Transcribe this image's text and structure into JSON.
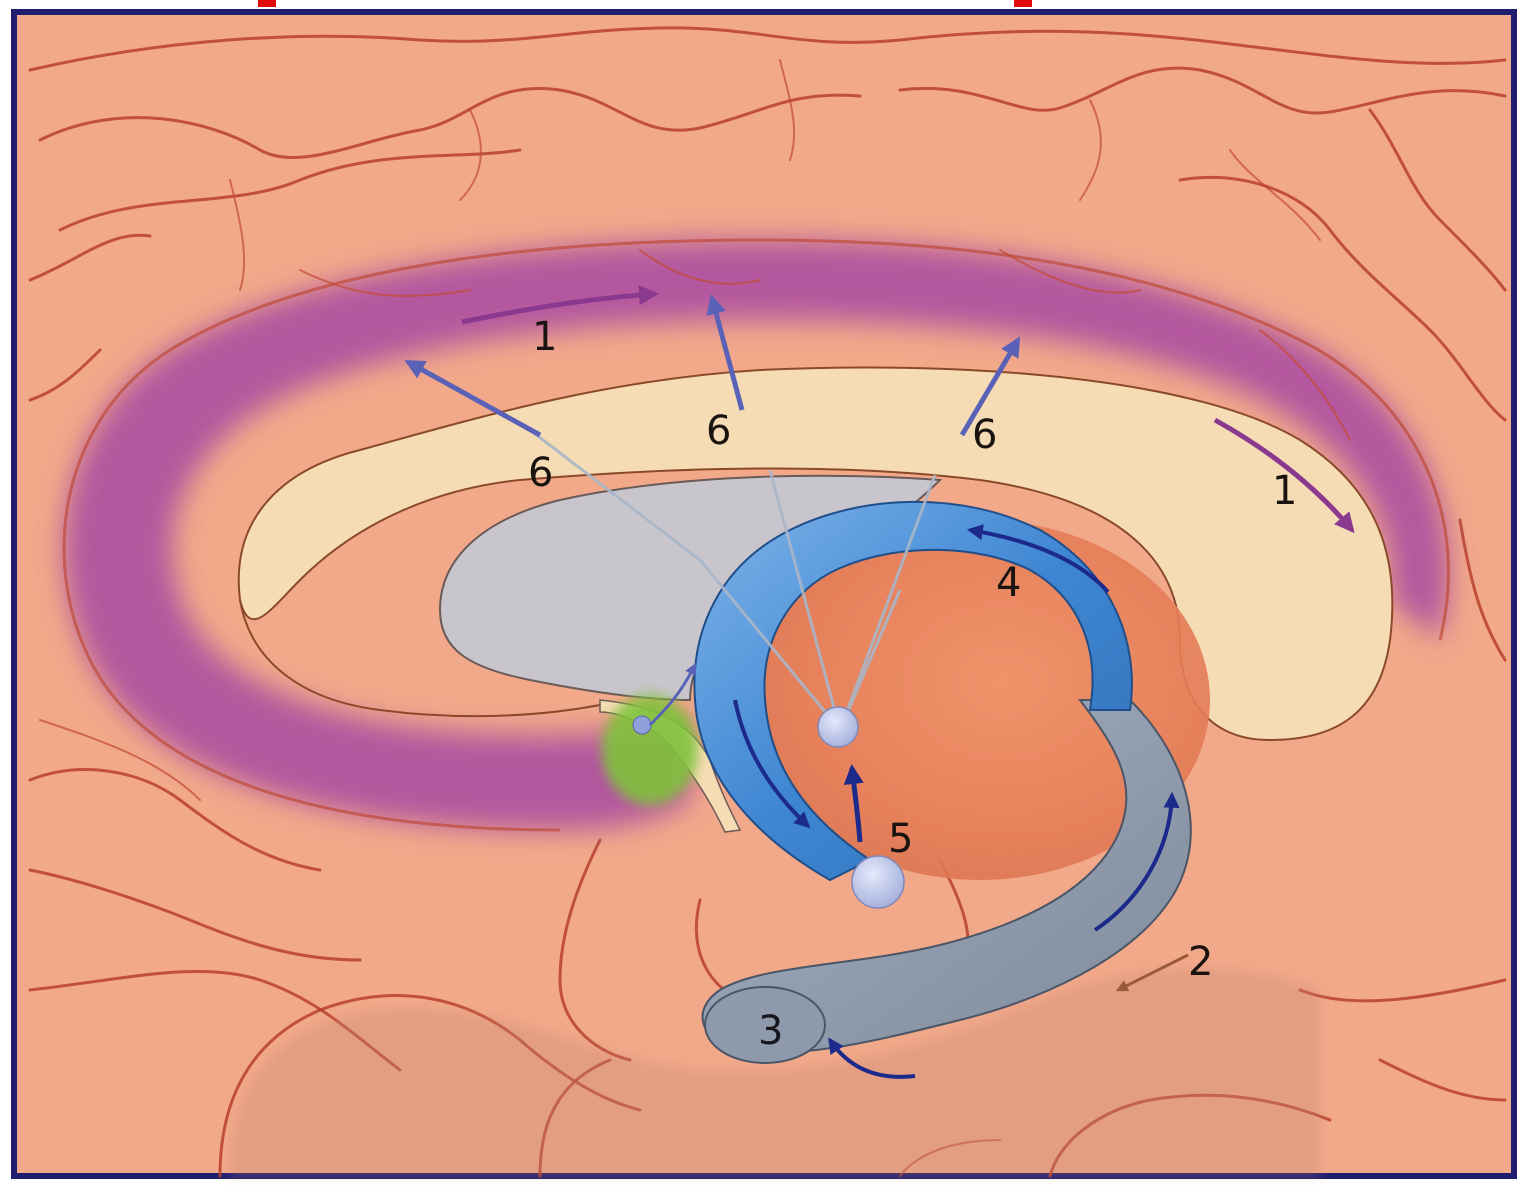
{
  "labels": {
    "cingulum_anterior": "1",
    "cingulum_posterior": "1",
    "parahippocampal_arrow": "2",
    "hippocampus_tail": "3",
    "fornix": "4",
    "mammillary": "5",
    "radiation_left": "6",
    "radiation_middle": "6",
    "radiation_right": "6"
  },
  "colors": {
    "border": "#1f1d6e",
    "top_strip": "#e10a0a",
    "cortex": "#f2a98a",
    "sulcus_line": "#b9412a",
    "cingulate_band": "#a94aa3",
    "corpus_callosum": "#f6dcb4",
    "septum": "#c9c5cc",
    "fornix": "#4f8fd6",
    "hippocampus": "#8e9aab",
    "thalamus": "#e98460",
    "green_structure": "#7fc23a",
    "nucleus": "#b9c3e6",
    "arrow": "#5a62b8",
    "arrow_dark": "#1c2a8c",
    "arrow_purple": "#8a3a8e"
  }
}
